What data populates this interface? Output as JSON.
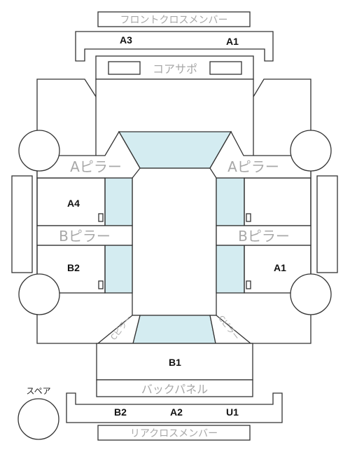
{
  "labels": {
    "front_cross_member": "フロントクロスメンバー",
    "rear_cross_member": "リアクロスメンバー",
    "core_support": "コアサポ",
    "a_pillar": "Aピラー",
    "b_pillar": "Bピラー",
    "back_panel": "バックパネル",
    "spare": "スペア",
    "c_pillar_vertical": "Cピラー"
  },
  "damage_codes": {
    "front_left": "A3",
    "front_right": "A1",
    "door_front_left": "A4",
    "door_rear_left": "B2",
    "door_rear_right": "A1",
    "trunk": "B1",
    "rear_left": "B2",
    "rear_center": "A2",
    "rear_right": "U1"
  },
  "colors": {
    "line": "#333333",
    "glass": "#d4ecf1",
    "label_gray": "#a8a8a8"
  }
}
